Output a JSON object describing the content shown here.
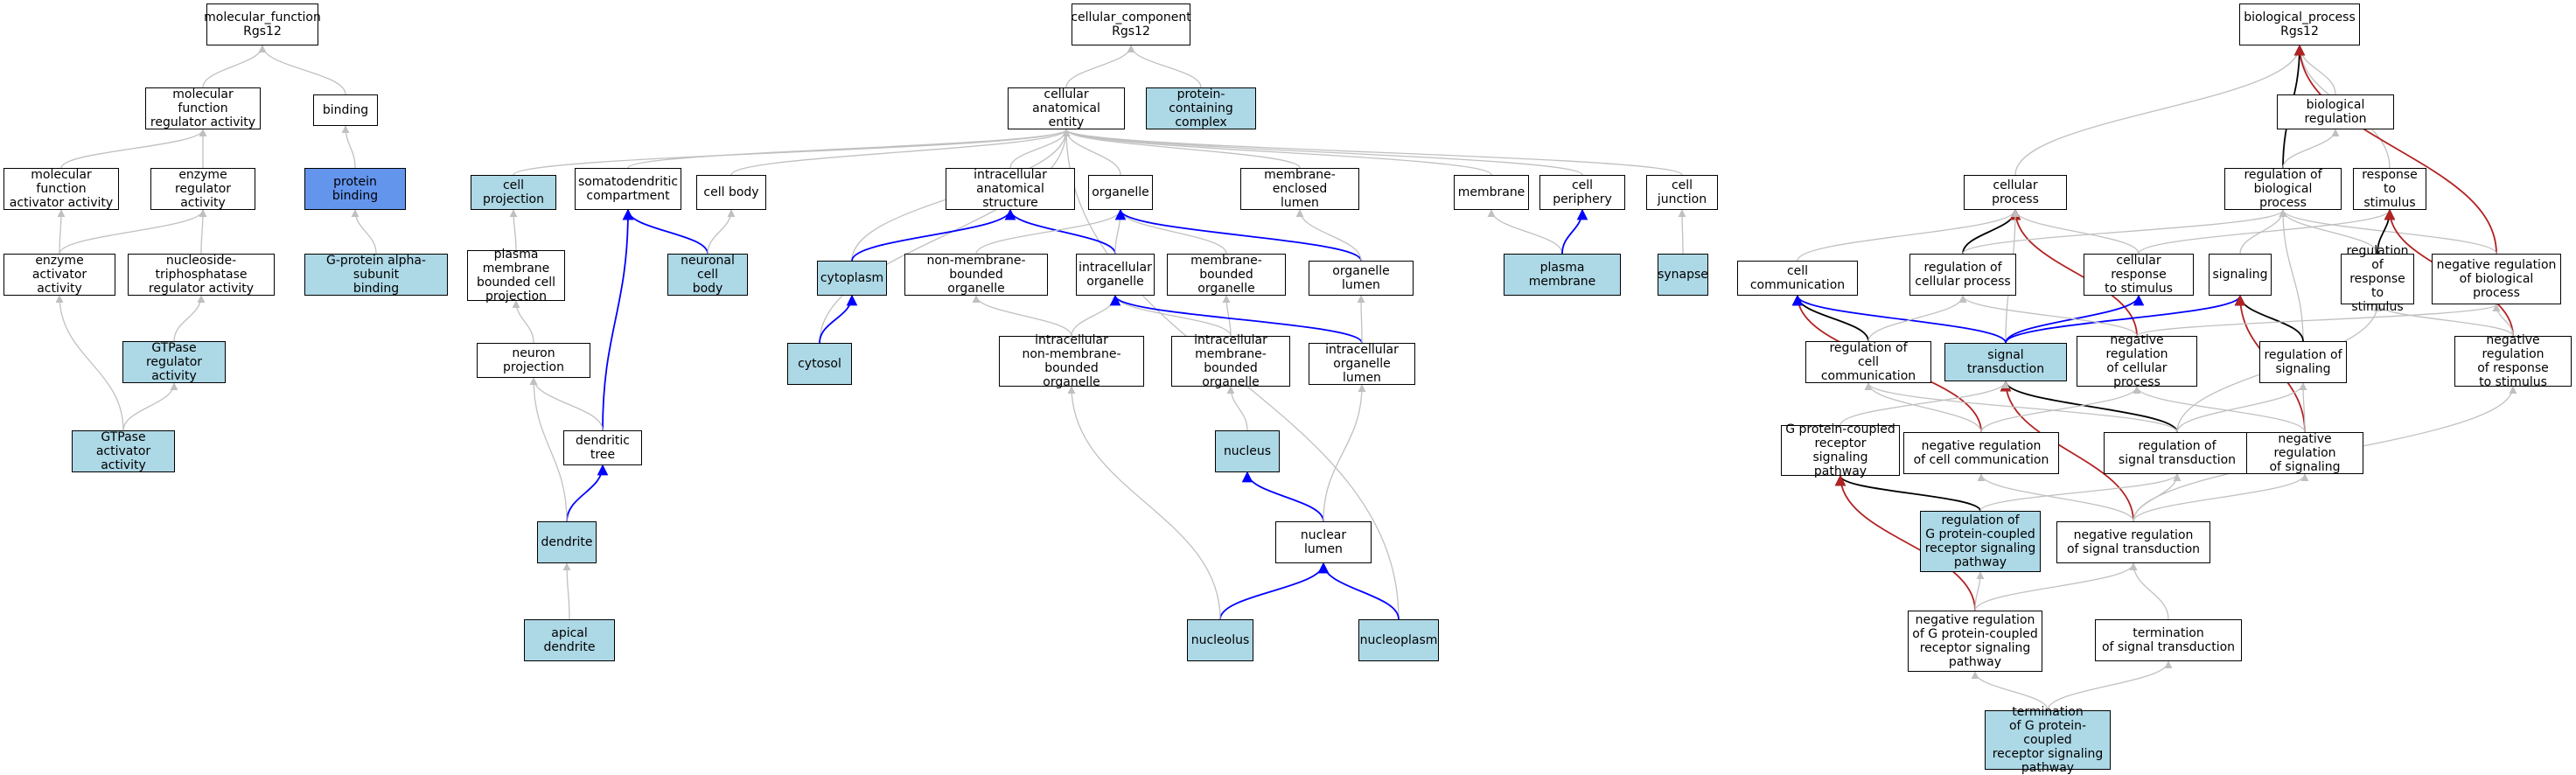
{
  "colors": {
    "default_node": "#ffffff",
    "annotated_node": "#add8e6",
    "focus_node": "#6495ed",
    "is_a_edge": "#c0c0c0",
    "part_of_edge": "#0000ff",
    "regulates_edge": "#000000",
    "negatively_regulates_edge": "#b22222"
  },
  "nodes": [
    {
      "id": "mf_root",
      "label": "molecular_function\nRgs12",
      "style": "plain"
    },
    {
      "id": "mf_reg",
      "label": "molecular function\nregulator activity",
      "style": "plain"
    },
    {
      "id": "binding",
      "label": "binding",
      "style": "plain"
    },
    {
      "id": "mf_act_reg",
      "label": "molecular function\nactivator activity",
      "style": "plain"
    },
    {
      "id": "enz_reg",
      "label": "enzyme regulator\nactivity",
      "style": "plain"
    },
    {
      "id": "prot_bind",
      "label": "protein binding",
      "style": "focus"
    },
    {
      "id": "enz_act",
      "label": "enzyme activator\nactivity",
      "style": "plain"
    },
    {
      "id": "ntp_reg",
      "label": "nucleoside-triphosphatase\nregulator activity",
      "style": "plain"
    },
    {
      "id": "gprot_bind",
      "label": "G-protein alpha-subunit\nbinding",
      "style": "hl"
    },
    {
      "id": "gtpase_reg",
      "label": "GTPase regulator\nactivity",
      "style": "hl"
    },
    {
      "id": "gtpase_act",
      "label": "GTPase activator\nactivity",
      "style": "hl"
    },
    {
      "id": "cc_root",
      "label": "cellular_component\nRgs12",
      "style": "plain"
    },
    {
      "id": "cae",
      "label": "cellular anatomical\nentity",
      "style": "plain"
    },
    {
      "id": "pcc",
      "label": "protein-containing\ncomplex",
      "style": "hl"
    },
    {
      "id": "cell_proj",
      "label": "cell projection",
      "style": "hl"
    },
    {
      "id": "somato",
      "label": "somatodendritic\ncompartment",
      "style": "plain"
    },
    {
      "id": "cell_body",
      "label": "cell body",
      "style": "plain"
    },
    {
      "id": "ias",
      "label": "intracellular\nanatomical structure",
      "style": "plain"
    },
    {
      "id": "organelle",
      "label": "organelle",
      "style": "plain"
    },
    {
      "id": "mel",
      "label": "membrane-enclosed\nlumen",
      "style": "plain"
    },
    {
      "id": "membrane",
      "label": "membrane",
      "style": "plain"
    },
    {
      "id": "cell_periph",
      "label": "cell periphery",
      "style": "plain"
    },
    {
      "id": "cell_junc",
      "label": "cell junction",
      "style": "plain"
    },
    {
      "id": "pmbcp",
      "label": "plasma membrane\nbounded cell\nprojection",
      "style": "plain"
    },
    {
      "id": "ncb",
      "label": "neuronal cell\nbody",
      "style": "hl"
    },
    {
      "id": "cytoplasm",
      "label": "cytoplasm",
      "style": "hl"
    },
    {
      "id": "nmbo",
      "label": "non-membrane-bounded\norganelle",
      "style": "plain"
    },
    {
      "id": "intra_org",
      "label": "intracellular\norganelle",
      "style": "plain"
    },
    {
      "id": "mbo",
      "label": "membrane-bounded\norganelle",
      "style": "plain"
    },
    {
      "id": "org_lumen",
      "label": "organelle lumen",
      "style": "plain"
    },
    {
      "id": "plasma_mem",
      "label": "plasma membrane",
      "style": "hl"
    },
    {
      "id": "synapse",
      "label": "synapse",
      "style": "hl"
    },
    {
      "id": "neuron_proj",
      "label": "neuron projection",
      "style": "plain"
    },
    {
      "id": "cytosol",
      "label": "cytosol",
      "style": "hl"
    },
    {
      "id": "inmbo",
      "label": "intracellular\nnon-membrane-bounded\norganelle",
      "style": "plain"
    },
    {
      "id": "imbo",
      "label": "intracellular\nmembrane-bounded\norganelle",
      "style": "plain"
    },
    {
      "id": "iol",
      "label": "intracellular\norganelle lumen",
      "style": "plain"
    },
    {
      "id": "dend_tree",
      "label": "dendritic tree",
      "style": "plain"
    },
    {
      "id": "nucleus",
      "label": "nucleus",
      "style": "hl"
    },
    {
      "id": "dendrite",
      "label": "dendrite",
      "style": "hl"
    },
    {
      "id": "nuc_lumen",
      "label": "nuclear lumen",
      "style": "plain"
    },
    {
      "id": "apical",
      "label": "apical dendrite",
      "style": "hl"
    },
    {
      "id": "nucleolus",
      "label": "nucleolus",
      "style": "hl"
    },
    {
      "id": "nucleoplasm",
      "label": "nucleoplasm",
      "style": "hl"
    },
    {
      "id": "bp_root",
      "label": "biological_process\nRgs12",
      "style": "plain"
    },
    {
      "id": "bio_reg",
      "label": "biological regulation",
      "style": "plain"
    },
    {
      "id": "cell_proc",
      "label": "cellular process",
      "style": "plain"
    },
    {
      "id": "reg_bp",
      "label": "regulation of\nbiological process",
      "style": "plain"
    },
    {
      "id": "resp_stim",
      "label": "response to\nstimulus",
      "style": "plain"
    },
    {
      "id": "cell_comm",
      "label": "cell communication",
      "style": "plain"
    },
    {
      "id": "reg_cp",
      "label": "regulation of\ncellular process",
      "style": "plain"
    },
    {
      "id": "cell_resp",
      "label": "cellular response\nto stimulus",
      "style": "plain"
    },
    {
      "id": "signaling",
      "label": "signaling",
      "style": "plain"
    },
    {
      "id": "reg_rs",
      "label": "regulation of\nresponse to\nstimulus",
      "style": "plain"
    },
    {
      "id": "neg_reg_bp",
      "label": "negative regulation\nof biological\nprocess",
      "style": "plain"
    },
    {
      "id": "reg_cc",
      "label": "regulation of\ncell communication",
      "style": "plain"
    },
    {
      "id": "sig_trans",
      "label": "signal transduction",
      "style": "hl"
    },
    {
      "id": "neg_reg_cp",
      "label": "negative regulation\nof cellular\nprocess",
      "style": "plain"
    },
    {
      "id": "reg_sig",
      "label": "regulation of\nsignaling",
      "style": "plain"
    },
    {
      "id": "neg_reg_rs",
      "label": "negative regulation\nof response\nto stimulus",
      "style": "plain"
    },
    {
      "id": "gpcr_path",
      "label": "G protein-coupled\nreceptor signaling\npathway",
      "style": "plain"
    },
    {
      "id": "neg_reg_cc",
      "label": "negative regulation\nof cell communication",
      "style": "plain"
    },
    {
      "id": "reg_st",
      "label": "regulation of\nsignal transduction",
      "style": "plain"
    },
    {
      "id": "neg_reg_sig",
      "label": "negative regulation\nof signaling",
      "style": "plain"
    },
    {
      "id": "reg_gpcr",
      "label": "regulation of\nG protein-coupled\nreceptor signaling\npathway",
      "style": "hl"
    },
    {
      "id": "neg_reg_st",
      "label": "negative regulation\nof signal transduction",
      "style": "plain"
    },
    {
      "id": "neg_reg_gpcr",
      "label": "negative regulation\nof G protein-coupled\nreceptor signaling\npathway",
      "style": "plain"
    },
    {
      "id": "term_st",
      "label": "termination\nof signal transduction",
      "style": "plain"
    },
    {
      "id": "term_gpcr",
      "label": "termination\nof G protein-coupled\nreceptor signaling\npathway",
      "style": "hl"
    }
  ],
  "edges": [
    {
      "from": "mf_reg",
      "to": "mf_root",
      "type": "is_a"
    },
    {
      "from": "binding",
      "to": "mf_root",
      "type": "is_a"
    },
    {
      "from": "mf_act_reg",
      "to": "mf_reg",
      "type": "is_a"
    },
    {
      "from": "enz_reg",
      "to": "mf_reg",
      "type": "is_a"
    },
    {
      "from": "prot_bind",
      "to": "binding",
      "type": "is_a"
    },
    {
      "from": "enz_act",
      "to": "mf_act_reg",
      "type": "is_a"
    },
    {
      "from": "enz_act",
      "to": "enz_reg",
      "type": "is_a"
    },
    {
      "from": "ntp_reg",
      "to": "enz_reg",
      "type": "is_a"
    },
    {
      "from": "gprot_bind",
      "to": "prot_bind",
      "type": "is_a"
    },
    {
      "from": "gtpase_reg",
      "to": "ntp_reg",
      "type": "is_a"
    },
    {
      "from": "gtpase_act",
      "to": "gtpase_reg",
      "type": "is_a"
    },
    {
      "from": "gtpase_act",
      "to": "enz_act",
      "type": "is_a"
    },
    {
      "from": "cae",
      "to": "cc_root",
      "type": "is_a"
    },
    {
      "from": "pcc",
      "to": "cc_root",
      "type": "is_a"
    },
    {
      "from": "cell_proj",
      "to": "cae",
      "type": "is_a"
    },
    {
      "from": "somato",
      "to": "cae",
      "type": "is_a"
    },
    {
      "from": "cell_body",
      "to": "cae",
      "type": "is_a"
    },
    {
      "from": "ias",
      "to": "cae",
      "type": "is_a"
    },
    {
      "from": "organelle",
      "to": "cae",
      "type": "is_a"
    },
    {
      "from": "mel",
      "to": "cae",
      "type": "is_a"
    },
    {
      "from": "membrane",
      "to": "cae",
      "type": "is_a"
    },
    {
      "from": "cell_periph",
      "to": "cae",
      "type": "is_a"
    },
    {
      "from": "cell_junc",
      "to": "cae",
      "type": "is_a"
    },
    {
      "from": "cytoplasm",
      "to": "cae",
      "type": "is_a"
    },
    {
      "from": "cytosol",
      "to": "cae",
      "type": "is_a"
    },
    {
      "from": "nucleoplasm",
      "to": "cae",
      "type": "is_a"
    },
    {
      "from": "pmbcp",
      "to": "cell_proj",
      "type": "is_a"
    },
    {
      "from": "ncb",
      "to": "somato",
      "type": "part_of"
    },
    {
      "from": "ncb",
      "to": "cell_body",
      "type": "is_a"
    },
    {
      "from": "cytoplasm",
      "to": "ias",
      "type": "part_of"
    },
    {
      "from": "intra_org",
      "to": "ias",
      "type": "part_of"
    },
    {
      "from": "nmbo",
      "to": "organelle",
      "type": "is_a"
    },
    {
      "from": "intra_org",
      "to": "organelle",
      "type": "is_a"
    },
    {
      "from": "mbo",
      "to": "organelle",
      "type": "is_a"
    },
    {
      "from": "org_lumen",
      "to": "organelle",
      "type": "part_of"
    },
    {
      "from": "org_lumen",
      "to": "mel",
      "type": "is_a"
    },
    {
      "from": "plasma_mem",
      "to": "membrane",
      "type": "is_a"
    },
    {
      "from": "plasma_mem",
      "to": "cell_periph",
      "type": "part_of"
    },
    {
      "from": "synapse",
      "to": "cell_junc",
      "type": "is_a"
    },
    {
      "from": "neuron_proj",
      "to": "pmbcp",
      "type": "is_a"
    },
    {
      "from": "cytosol",
      "to": "cytoplasm",
      "type": "part_of"
    },
    {
      "from": "inmbo",
      "to": "nmbo",
      "type": "is_a"
    },
    {
      "from": "inmbo",
      "to": "intra_org",
      "type": "is_a"
    },
    {
      "from": "imbo",
      "to": "intra_org",
      "type": "is_a"
    },
    {
      "from": "imbo",
      "to": "mbo",
      "type": "is_a"
    },
    {
      "from": "iol",
      "to": "intra_org",
      "type": "part_of"
    },
    {
      "from": "iol",
      "to": "org_lumen",
      "type": "is_a"
    },
    {
      "from": "dend_tree",
      "to": "somato",
      "type": "part_of"
    },
    {
      "from": "dend_tree",
      "to": "neuron_proj",
      "type": "is_a"
    },
    {
      "from": "nucleus",
      "to": "imbo",
      "type": "is_a"
    },
    {
      "from": "dendrite",
      "to": "dend_tree",
      "type": "part_of"
    },
    {
      "from": "dendrite",
      "to": "neuron_proj",
      "type": "is_a"
    },
    {
      "from": "nuc_lumen",
      "to": "nucleus",
      "type": "part_of"
    },
    {
      "from": "nuc_lumen",
      "to": "iol",
      "type": "is_a"
    },
    {
      "from": "apical",
      "to": "dendrite",
      "type": "is_a"
    },
    {
      "from": "nucleolus",
      "to": "nuc_lumen",
      "type": "part_of"
    },
    {
      "from": "nucleolus",
      "to": "inmbo",
      "type": "is_a"
    },
    {
      "from": "nucleoplasm",
      "to": "nuc_lumen",
      "type": "part_of"
    },
    {
      "from": "bio_reg",
      "to": "bp_root",
      "type": "is_a"
    },
    {
      "from": "cell_proc",
      "to": "bp_root",
      "type": "is_a"
    },
    {
      "from": "reg_bp",
      "to": "bp_root",
      "type": "regulates"
    },
    {
      "from": "resp_stim",
      "to": "bp_root",
      "type": "is_a"
    },
    {
      "from": "neg_reg_bp",
      "to": "bp_root",
      "type": "negatively_regulates"
    },
    {
      "from": "reg_bp",
      "to": "bio_reg",
      "type": "is_a"
    },
    {
      "from": "cell_comm",
      "to": "cell_proc",
      "type": "is_a"
    },
    {
      "from": "reg_cp",
      "to": "cell_proc",
      "type": "regulates"
    },
    {
      "from": "cell_resp",
      "to": "cell_proc",
      "type": "is_a"
    },
    {
      "from": "neg_reg_cp",
      "to": "cell_proc",
      "type": "negatively_regulates"
    },
    {
      "from": "sig_trans",
      "to": "cell_proc",
      "type": "is_a"
    },
    {
      "from": "reg_cp",
      "to": "reg_bp",
      "type": "is_a"
    },
    {
      "from": "reg_rs",
      "to": "reg_bp",
      "type": "is_a"
    },
    {
      "from": "neg_reg_bp",
      "to": "reg_bp",
      "type": "is_a"
    },
    {
      "from": "signaling",
      "to": "reg_bp",
      "type": "is_a"
    },
    {
      "from": "reg_sig",
      "to": "reg_bp",
      "type": "is_a"
    },
    {
      "from": "reg_rs",
      "to": "resp_stim",
      "type": "regulates"
    },
    {
      "from": "cell_resp",
      "to": "resp_stim",
      "type": "is_a"
    },
    {
      "from": "neg_reg_rs",
      "to": "resp_stim",
      "type": "negatively_regulates"
    },
    {
      "from": "reg_cc",
      "to": "cell_comm",
      "type": "regulates"
    },
    {
      "from": "neg_reg_cc",
      "to": "cell_comm",
      "type": "negatively_regulates"
    },
    {
      "from": "sig_trans",
      "to": "cell_comm",
      "type": "part_of"
    },
    {
      "from": "sig_trans",
      "to": "cell_resp",
      "type": "part_of"
    },
    {
      "from": "sig_trans",
      "to": "signaling",
      "type": "part_of"
    },
    {
      "from": "reg_sig",
      "to": "signaling",
      "type": "regulates"
    },
    {
      "from": "neg_reg_sig",
      "to": "signaling",
      "type": "negatively_regulates"
    },
    {
      "from": "neg_reg_cp",
      "to": "neg_reg_bp",
      "type": "is_a"
    },
    {
      "from": "neg_reg_rs",
      "to": "neg_reg_bp",
      "type": "is_a"
    },
    {
      "from": "neg_reg_rs",
      "to": "reg_rs",
      "type": "is_a"
    },
    {
      "from": "reg_cc",
      "to": "reg_cp",
      "type": "is_a"
    },
    {
      "from": "neg_reg_cp",
      "to": "reg_cp",
      "type": "is_a"
    },
    {
      "from": "reg_st",
      "to": "sig_trans",
      "type": "regulates"
    },
    {
      "from": "neg_reg_st",
      "to": "sig_trans",
      "type": "negatively_regulates"
    },
    {
      "from": "gpcr_path",
      "to": "sig_trans",
      "type": "is_a"
    },
    {
      "from": "neg_reg_cc",
      "to": "reg_cc",
      "type": "is_a"
    },
    {
      "from": "neg_reg_cc",
      "to": "neg_reg_cp",
      "type": "is_a"
    },
    {
      "from": "reg_st",
      "to": "reg_cc",
      "type": "is_a"
    },
    {
      "from": "reg_st",
      "to": "reg_sig",
      "type": "is_a"
    },
    {
      "from": "reg_st",
      "to": "reg_rs",
      "type": "is_a"
    },
    {
      "from": "neg_reg_sig",
      "to": "reg_sig",
      "type": "is_a"
    },
    {
      "from": "neg_reg_sig",
      "to": "neg_reg_cp",
      "type": "is_a"
    },
    {
      "from": "reg_gpcr",
      "to": "gpcr_path",
      "type": "regulates"
    },
    {
      "from": "reg_gpcr",
      "to": "reg_st",
      "type": "is_a"
    },
    {
      "from": "neg_reg_st",
      "to": "reg_st",
      "type": "is_a"
    },
    {
      "from": "neg_reg_st",
      "to": "neg_reg_cc",
      "type": "is_a"
    },
    {
      "from": "neg_reg_st",
      "to": "neg_reg_sig",
      "type": "is_a"
    },
    {
      "from": "neg_reg_st",
      "to": "neg_reg_rs",
      "type": "is_a"
    },
    {
      "from": "neg_reg_gpcr",
      "to": "gpcr_path",
      "type": "negatively_regulates"
    },
    {
      "from": "neg_reg_gpcr",
      "to": "reg_gpcr",
      "type": "is_a"
    },
    {
      "from": "neg_reg_gpcr",
      "to": "neg_reg_st",
      "type": "is_a"
    },
    {
      "from": "term_st",
      "to": "neg_reg_st",
      "type": "is_a"
    },
    {
      "from": "term_gpcr",
      "to": "neg_reg_gpcr",
      "type": "is_a"
    },
    {
      "from": "term_gpcr",
      "to": "term_st",
      "type": "is_a"
    }
  ]
}
